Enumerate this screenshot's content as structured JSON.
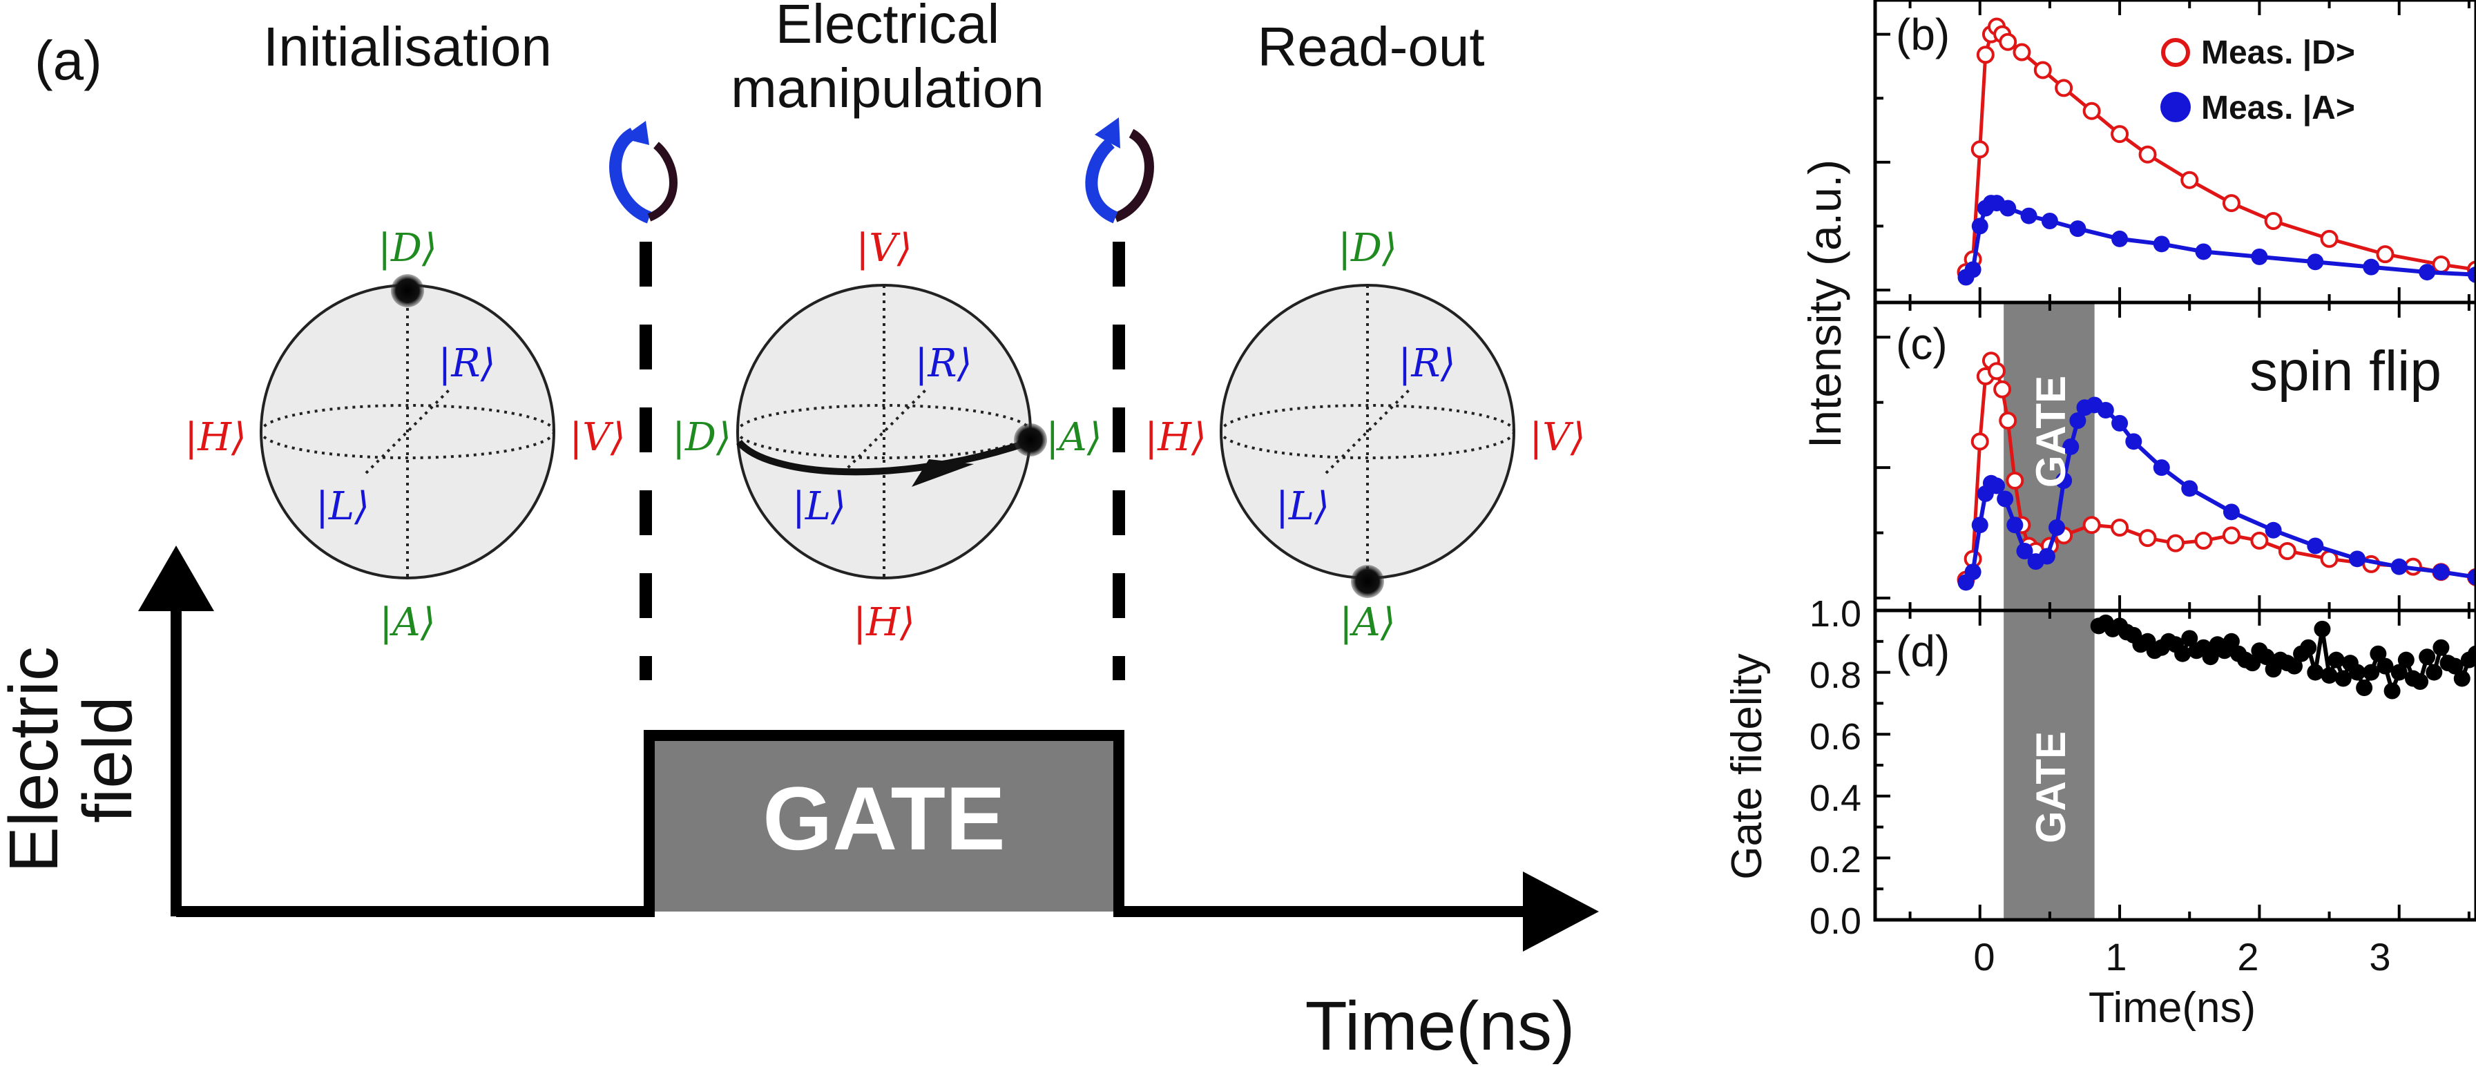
{
  "panel_a": {
    "label": "(a)",
    "stage_initialisation": "Initialisation",
    "stage_manipulation_line1": "Electrical",
    "stage_manipulation_line2": "manipulation",
    "stage_readout": "Read-out",
    "gate_label": "GATE",
    "xaxis_label": "Time(ns)",
    "yaxis_line1": "Electric",
    "yaxis_line2": "field",
    "kets": {
      "D": "|D⟩",
      "A": "|A⟩",
      "H": "|H⟩",
      "V": "|V⟩",
      "R": "|R⟩",
      "L": "|L⟩"
    },
    "colors": {
      "D": "#1f8a1f",
      "A": "#1f8a1f",
      "H": "#e01515",
      "V": "#e01515",
      "R": "#1515d8",
      "L": "#1515d8"
    }
  },
  "panel_b": {
    "label": "(b)",
    "legend_D": "Meas. |D>",
    "legend_A": "Meas. |A>"
  },
  "panel_c": {
    "label": "(c)",
    "annotation": "spin flip",
    "gate_label": "GATE"
  },
  "panel_d": {
    "label": "(d)",
    "gate_label": "GATE"
  },
  "right_axes": {
    "ylabel_intensity": "Intensity (a.u.)",
    "ylabel_fidelity": "Gate fidelity",
    "xlabel": "Time(ns)",
    "xticks": [
      "0",
      "1",
      "2",
      "3"
    ],
    "yticks_fidelity": [
      "0.0",
      "0.2",
      "0.4",
      "0.6",
      "0.8",
      "1.0"
    ]
  },
  "chart_data": [
    {
      "type": "line",
      "panel": "(b)",
      "x_range": [
        -0.75,
        3.55
      ],
      "y_range": [
        0,
        1.08
      ],
      "series": [
        {
          "name": "Meas. |D>",
          "color": "#e01515",
          "marker": "open-circle",
          "x": [
            -0.1,
            -0.05,
            0.0,
            0.04,
            0.08,
            0.12,
            0.16,
            0.2,
            0.3,
            0.45,
            0.6,
            0.8,
            1.0,
            1.2,
            1.5,
            1.8,
            2.1,
            2.5,
            2.9,
            3.3,
            3.55
          ],
          "y": [
            0.07,
            0.12,
            0.55,
            0.92,
            1.0,
            1.03,
            1.0,
            0.97,
            0.93,
            0.86,
            0.79,
            0.7,
            0.61,
            0.53,
            0.43,
            0.34,
            0.27,
            0.2,
            0.14,
            0.1,
            0.08
          ]
        },
        {
          "name": "Meas. |A>",
          "color": "#1515d8",
          "marker": "filled-circle",
          "x": [
            -0.1,
            -0.05,
            0.0,
            0.04,
            0.08,
            0.12,
            0.2,
            0.35,
            0.5,
            0.7,
            1.0,
            1.3,
            1.6,
            2.0,
            2.4,
            2.8,
            3.2,
            3.55
          ],
          "y": [
            0.05,
            0.08,
            0.25,
            0.32,
            0.34,
            0.34,
            0.32,
            0.29,
            0.27,
            0.24,
            0.2,
            0.18,
            0.15,
            0.13,
            0.11,
            0.09,
            0.07,
            0.06
          ]
        }
      ]
    },
    {
      "type": "line",
      "panel": "(c)",
      "x_range": [
        -0.75,
        3.55
      ],
      "y_range": [
        0,
        1.08
      ],
      "gate_interval": [
        0.17,
        0.82
      ],
      "series": [
        {
          "name": "Meas. |D>",
          "color": "#e01515",
          "marker": "open-circle",
          "x": [
            -0.1,
            -0.05,
            0.0,
            0.04,
            0.08,
            0.12,
            0.16,
            0.2,
            0.25,
            0.3,
            0.35,
            0.4,
            0.5,
            0.6,
            0.8,
            1.0,
            1.2,
            1.4,
            1.6,
            1.8,
            2.0,
            2.2,
            2.5,
            2.8,
            3.1,
            3.3,
            3.55
          ],
          "y": [
            0.07,
            0.15,
            0.6,
            0.85,
            0.91,
            0.87,
            0.8,
            0.68,
            0.45,
            0.28,
            0.2,
            0.18,
            0.2,
            0.24,
            0.28,
            0.27,
            0.23,
            0.21,
            0.22,
            0.24,
            0.22,
            0.18,
            0.15,
            0.13,
            0.12,
            0.1,
            0.08
          ]
        },
        {
          "name": "Meas. |A>",
          "color": "#1515d8",
          "marker": "filled-circle",
          "x": [
            -0.1,
            -0.05,
            0.0,
            0.04,
            0.08,
            0.12,
            0.18,
            0.25,
            0.32,
            0.4,
            0.48,
            0.55,
            0.6,
            0.65,
            0.7,
            0.75,
            0.82,
            0.9,
            1.0,
            1.1,
            1.3,
            1.5,
            1.8,
            2.1,
            2.4,
            2.7,
            3.0,
            3.3,
            3.55
          ],
          "y": [
            0.06,
            0.1,
            0.28,
            0.4,
            0.44,
            0.43,
            0.38,
            0.28,
            0.18,
            0.14,
            0.16,
            0.27,
            0.45,
            0.58,
            0.68,
            0.73,
            0.74,
            0.72,
            0.67,
            0.6,
            0.5,
            0.42,
            0.33,
            0.26,
            0.2,
            0.15,
            0.12,
            0.1,
            0.08
          ]
        }
      ]
    },
    {
      "type": "line",
      "panel": "(d)",
      "x_range": [
        -0.75,
        3.55
      ],
      "y_range": [
        0,
        1.0
      ],
      "ylabel": "Gate fidelity",
      "xlabel": "Time(ns)",
      "gate_interval": [
        0.17,
        0.82
      ],
      "series": [
        {
          "name": "Gate fidelity",
          "color": "#000000",
          "marker": "filled-circle",
          "x": [
            0.85,
            0.9,
            0.95,
            1.0,
            1.05,
            1.1,
            1.15,
            1.2,
            1.25,
            1.3,
            1.35,
            1.4,
            1.45,
            1.5,
            1.55,
            1.6,
            1.65,
            1.7,
            1.75,
            1.8,
            1.85,
            1.9,
            1.95,
            2.0,
            2.05,
            2.1,
            2.15,
            2.2,
            2.25,
            2.3,
            2.35,
            2.4,
            2.45,
            2.5,
            2.55,
            2.6,
            2.65,
            2.7,
            2.75,
            2.8,
            2.85,
            2.9,
            2.95,
            3.0,
            3.05,
            3.1,
            3.15,
            3.2,
            3.25,
            3.3,
            3.35,
            3.4,
            3.45,
            3.5,
            3.55
          ],
          "y": [
            0.95,
            0.96,
            0.94,
            0.95,
            0.93,
            0.92,
            0.89,
            0.9,
            0.87,
            0.88,
            0.9,
            0.89,
            0.86,
            0.91,
            0.87,
            0.88,
            0.85,
            0.89,
            0.87,
            0.9,
            0.86,
            0.84,
            0.83,
            0.87,
            0.85,
            0.81,
            0.84,
            0.83,
            0.82,
            0.86,
            0.88,
            0.8,
            0.94,
            0.79,
            0.84,
            0.78,
            0.83,
            0.8,
            0.75,
            0.8,
            0.86,
            0.82,
            0.74,
            0.8,
            0.84,
            0.78,
            0.77,
            0.85,
            0.8,
            0.88,
            0.83,
            0.82,
            0.78,
            0.84,
            0.86
          ]
        }
      ]
    }
  ]
}
